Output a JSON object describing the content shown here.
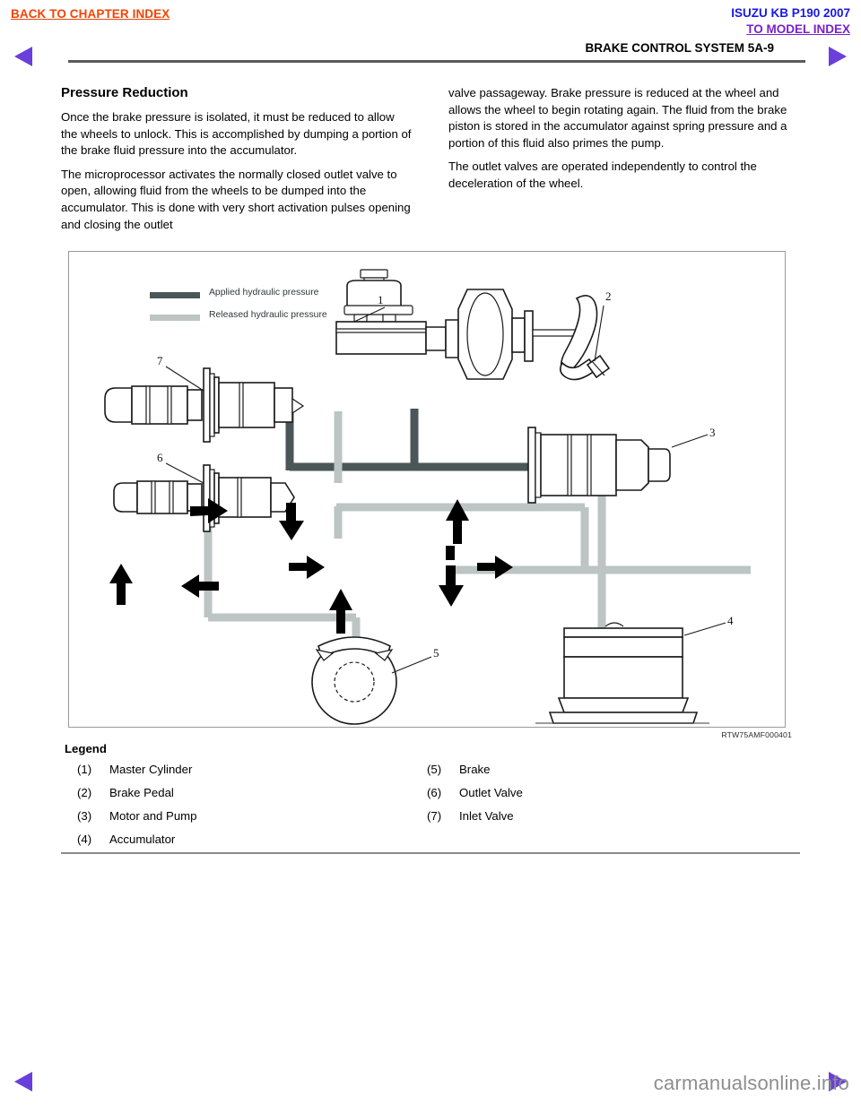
{
  "header": {
    "back_link": "BACK TO CHAPTER INDEX",
    "model_title": "ISUZU KB P190 2007",
    "model_index": "TO MODEL INDEX",
    "chapter_title": "BRAKE CONTROL SYSTEM   5A-9",
    "colors": {
      "back_link": "#f24405",
      "model_title": "#1818e8",
      "model_index": "#7722cc",
      "nav_arrow": "#6a3fdb"
    }
  },
  "content": {
    "section_title": "Pressure Reduction",
    "left_column": [
      "Once the brake pressure is isolated, it must be reduced to allow the wheels to unlock. This is accomplished by dumping a portion of the brake fluid pressure into the accumulator.",
      "The microprocessor activates the normally closed outlet valve to open, allowing fluid from the wheels to be dumped into the accumulator. This is done with very short activation pulses opening and closing the outlet"
    ],
    "right_column": [
      "valve passageway. Brake pressure is reduced at the wheel and allows the wheel to begin rotating again. The fluid from the brake piston is stored in the accumulator against spring pressure and a portion of this fluid also primes the pump.",
      "The outlet valves are operated independently to control the deceleration of the wheel."
    ]
  },
  "figure": {
    "code": "RTW75AMF000401",
    "key": [
      {
        "label": "Applied hydraulic pressure",
        "color": "#4a5658"
      },
      {
        "label": "Released hydraulic pressure",
        "color": "#bcc4c4"
      }
    ],
    "callouts": [
      "1",
      "2",
      "3",
      "4",
      "5",
      "6",
      "7"
    ]
  },
  "legend": {
    "heading": "Legend",
    "column1": [
      {
        "num": "(1)",
        "label": "Master Cylinder"
      },
      {
        "num": "(2)",
        "label": "Brake Pedal"
      },
      {
        "num": "(3)",
        "label": "Motor and Pump"
      },
      {
        "num": "(4)",
        "label": "Accumulator"
      }
    ],
    "column2": [
      {
        "num": "(5)",
        "label": "Brake"
      },
      {
        "num": "(6)",
        "label": "Outlet Valve"
      },
      {
        "num": "(7)",
        "label": "Inlet Valve"
      }
    ]
  },
  "footer": {
    "watermark": "carmanualsonline.info"
  }
}
